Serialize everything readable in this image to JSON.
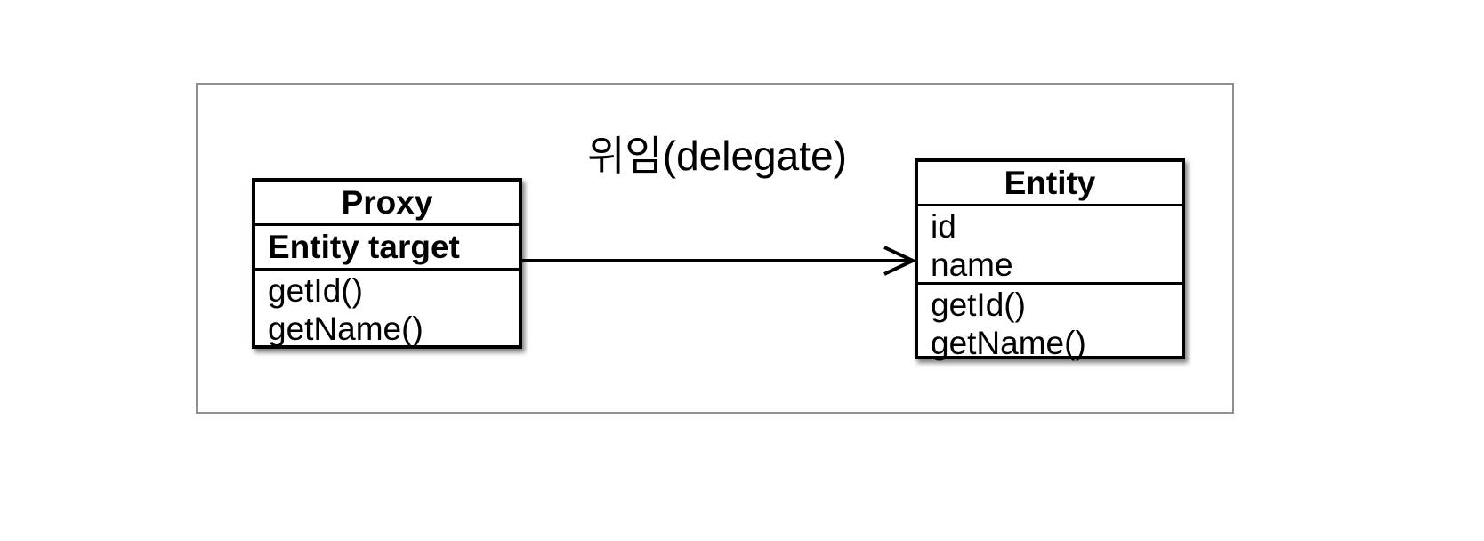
{
  "diagram": {
    "arrow_label": "위임(delegate)",
    "proxy_class": {
      "title": "Proxy",
      "fields": [
        "Entity target"
      ],
      "methods": [
        "getId()",
        "getName()"
      ]
    },
    "entity_class": {
      "title": "Entity",
      "fields": [
        "id",
        "name"
      ],
      "methods": [
        "getId()",
        "getName()"
      ]
    },
    "colors": {
      "box_border": "#000000",
      "frame_border": "#8f8f8f",
      "background": "#ffffff",
      "text": "#000000"
    }
  }
}
